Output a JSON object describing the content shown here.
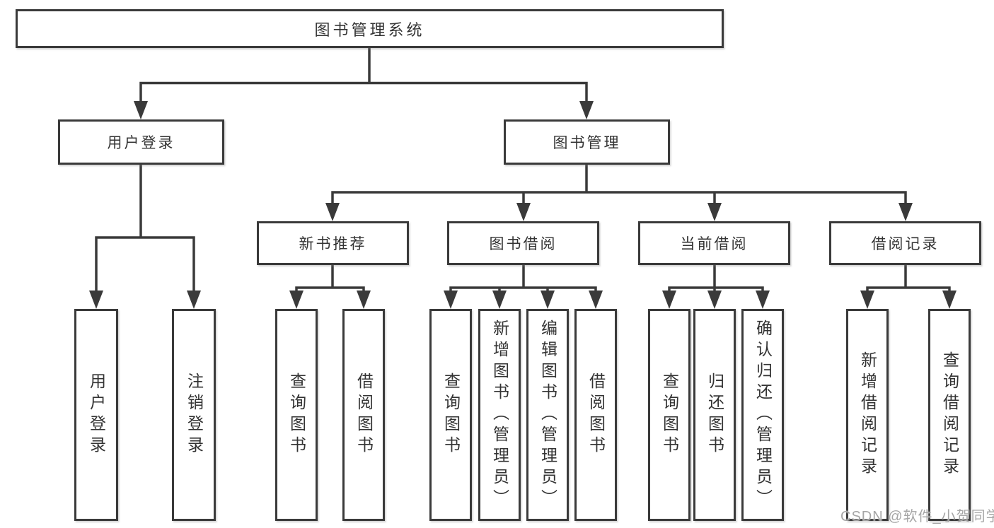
{
  "tree": {
    "root": {
      "label": "图书管理系统",
      "children": [
        {
          "label": "用户登录",
          "children": [
            {
              "label": "用户登录"
            },
            {
              "label": "注销登录"
            }
          ]
        },
        {
          "label": "图书管理",
          "children": [
            {
              "label": "新书推荐",
              "children": [
                {
                  "label": "查询图书"
                },
                {
                  "label": "借阅图书"
                }
              ]
            },
            {
              "label": "图书借阅",
              "children": [
                {
                  "label": "查询图书"
                },
                {
                  "label": "新增图书（管理员）"
                },
                {
                  "label": "编辑图书（管理员）"
                },
                {
                  "label": "借阅图书"
                }
              ]
            },
            {
              "label": "当前借阅",
              "children": [
                {
                  "label": "查询图书"
                },
                {
                  "label": "归还图书"
                },
                {
                  "label": "确认归还（管理员）"
                }
              ]
            },
            {
              "label": "借阅记录",
              "children": [
                {
                  "label": "新增借阅记录"
                },
                {
                  "label": "查询借阅记录"
                }
              ]
            }
          ]
        }
      ]
    }
  },
  "watermark": {
    "text": "CSDN @软件_小贺同学"
  },
  "colors": {
    "line": "#3a3a3a",
    "border": "#3a3a3a",
    "text": "#333333",
    "watermark": "#a6a6a6",
    "background": "#ffffff"
  }
}
